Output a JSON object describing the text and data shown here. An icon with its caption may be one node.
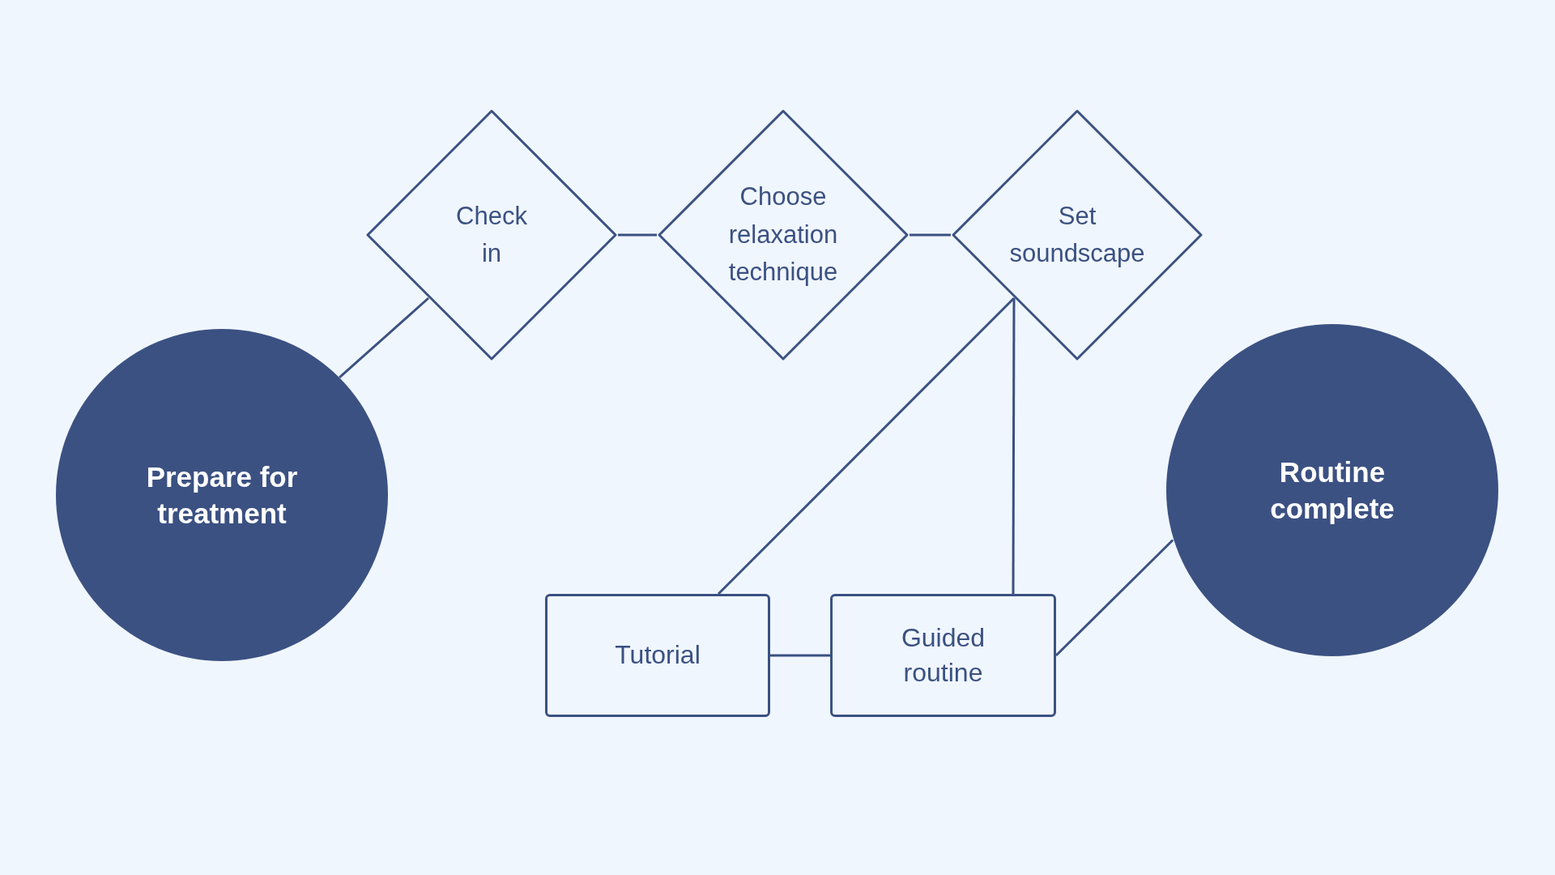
{
  "diagram": {
    "nodes": [
      {
        "text": [
          "Check in"
        ]
      },
      {
        "text": [
          "Choose relaxation technique"
        ]
      },
      {
        "text": [
          "Set soundscape"
        ]
      },
      {
        "text": [
          "Prepare for treatment"
        ]
      },
      {
        "text": [
          "Routine complete"
        ]
      },
      {
        "text": [
          "Tutorial"
        ]
      },
      {
        "text": [
          "Guided routine"
        ]
      }
    ],
    "edges": [
      {
        "from": 3,
        "to": 0,
        "arrow": "none"
      },
      {
        "from": 0,
        "to": 1,
        "arrow": "none"
      },
      {
        "from": 1,
        "to": 2,
        "arrow": "none"
      },
      {
        "from": 2,
        "to": 5,
        "arrow": "none"
      },
      {
        "from": 2,
        "to": 6,
        "arrow": "none"
      },
      {
        "from": 5,
        "to": 6,
        "arrow": "none"
      },
      {
        "from": 6,
        "to": 4,
        "arrow": "none"
      }
    ]
  }
}
